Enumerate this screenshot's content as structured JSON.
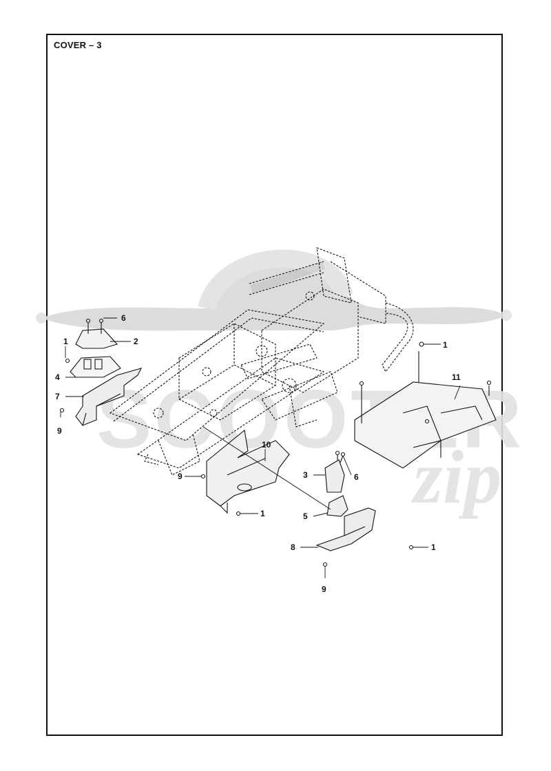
{
  "page": {
    "title": "COVER – 3"
  },
  "watermark": {
    "text_top": "SCOOTER",
    "text_side": "zip",
    "color": "#d9d9d9"
  },
  "callouts": [
    {
      "id": "c1a",
      "label": "1"
    },
    {
      "id": "c6a",
      "label": "6"
    },
    {
      "id": "c2",
      "label": "2"
    },
    {
      "id": "c4",
      "label": "4"
    },
    {
      "id": "c7",
      "label": "7"
    },
    {
      "id": "c9a",
      "label": "9"
    },
    {
      "id": "c10",
      "label": "10"
    },
    {
      "id": "c9b",
      "label": "9"
    },
    {
      "id": "c1b",
      "label": "1"
    },
    {
      "id": "c3",
      "label": "3"
    },
    {
      "id": "c6b",
      "label": "6"
    },
    {
      "id": "c5",
      "label": "5"
    },
    {
      "id": "c8",
      "label": "8"
    },
    {
      "id": "c9c",
      "label": "9"
    },
    {
      "id": "c1c",
      "label": "1"
    },
    {
      "id": "c11",
      "label": "11"
    },
    {
      "id": "c1d",
      "label": "1"
    }
  ]
}
